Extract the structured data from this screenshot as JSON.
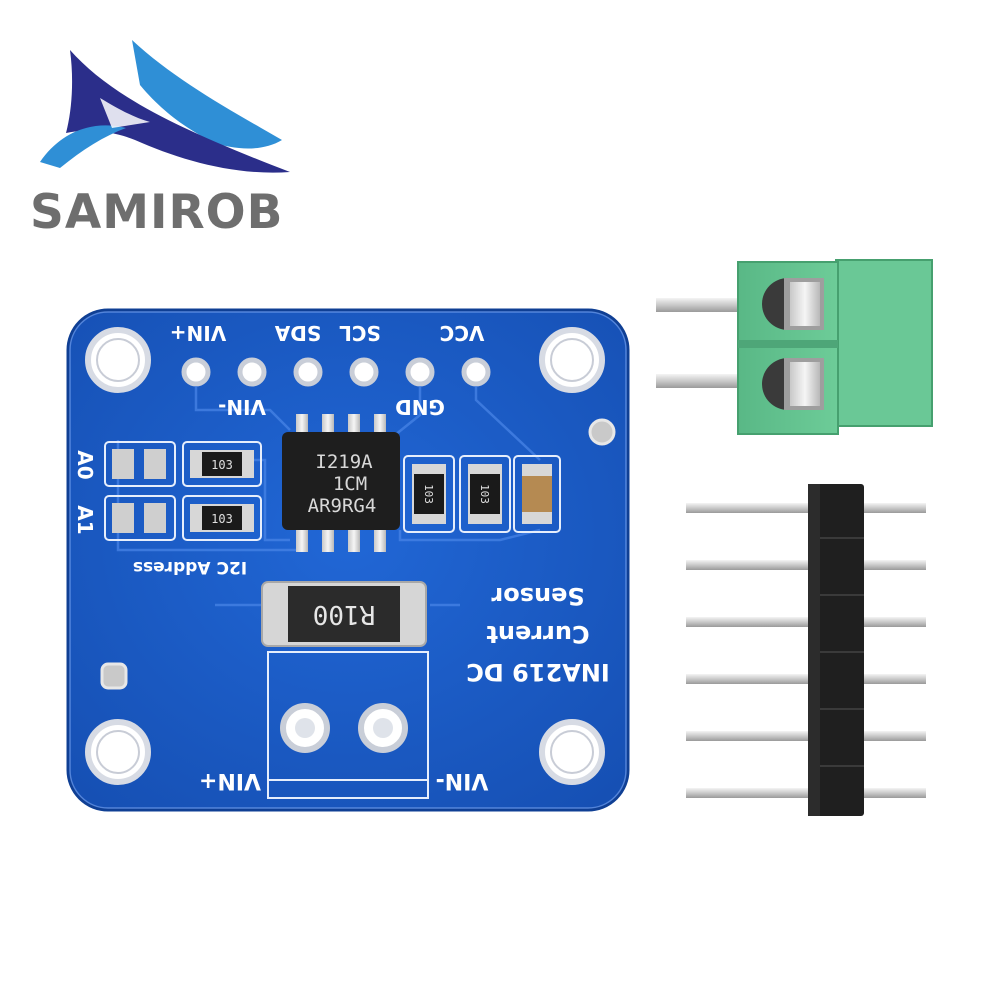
{
  "brand": {
    "name": "SAMIROB",
    "colors": {
      "dark_blue": "#2b2e8a",
      "light_blue": "#2f8fd6",
      "gray": "#6e6e6e"
    }
  },
  "board": {
    "pin_labels_top": [
      "VIN+",
      "SDA",
      "SCL",
      "VCC"
    ],
    "pin_labels_bottom": [
      "VIN-",
      "GND"
    ],
    "address_labels": [
      "A0",
      "A1"
    ],
    "address_caption": "I2C Address",
    "chip_marking": [
      "I219A",
      "1CM",
      "AR9RG4"
    ],
    "resistor_marking": "R100",
    "smd_resistor_code": "103",
    "title_lines": [
      "Sensor",
      "Current",
      "INA219 DC"
    ],
    "terminal_labels": [
      "VIN+",
      "VIN-"
    ],
    "pcb_color": "#1b5fd0"
  },
  "accessories": {
    "terminal_block_color": "#5ec08c",
    "header_pin_count": 6
  }
}
